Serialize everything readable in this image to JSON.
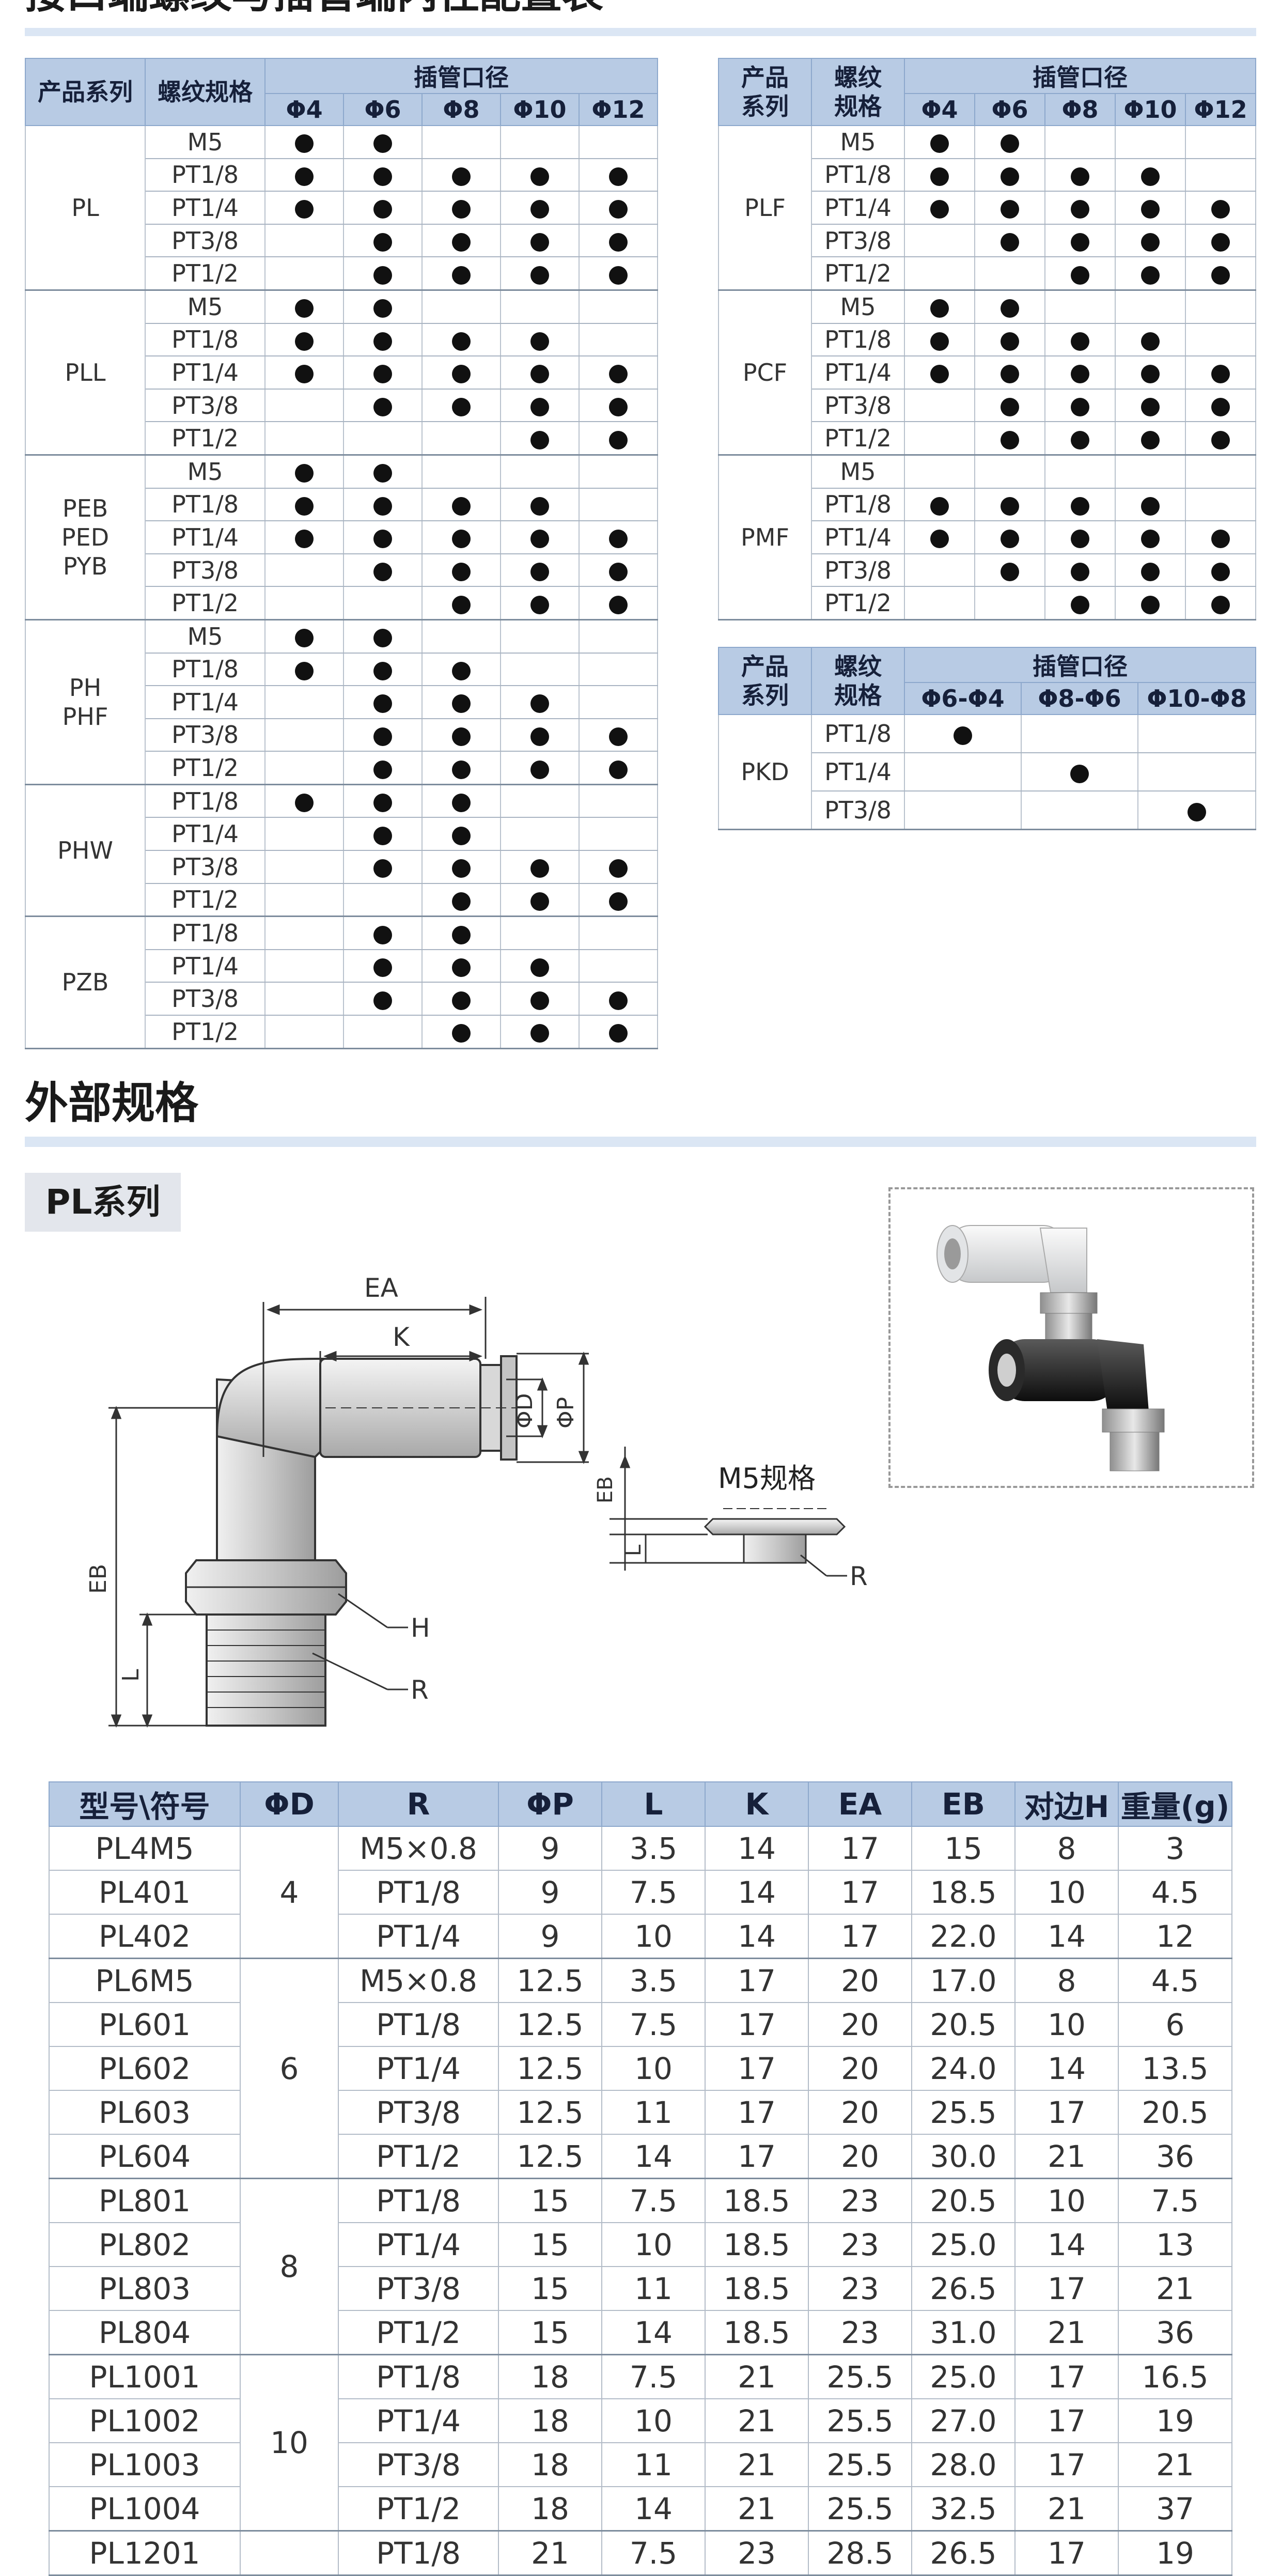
{
  "top_heading": "接口端螺纹与插管端内径配置表",
  "compat_left": {
    "header": {
      "series": "产品系列",
      "thread": "螺纹规格",
      "group": "插管口径",
      "sizes": [
        "Φ4",
        "Φ6",
        "Φ8",
        "Φ10",
        "Φ12"
      ]
    },
    "groups": [
      {
        "series": "PL",
        "rows": [
          {
            "thread": "M5",
            "dots": [
              1,
              1,
              0,
              0,
              0
            ]
          },
          {
            "thread": "PT1/8",
            "dots": [
              1,
              1,
              1,
              1,
              1
            ]
          },
          {
            "thread": "PT1/4",
            "dots": [
              1,
              1,
              1,
              1,
              1
            ]
          },
          {
            "thread": "PT3/8",
            "dots": [
              0,
              1,
              1,
              1,
              1
            ]
          },
          {
            "thread": "PT1/2",
            "dots": [
              0,
              1,
              1,
              1,
              1
            ]
          }
        ]
      },
      {
        "series": "PLL",
        "rows": [
          {
            "thread": "M5",
            "dots": [
              1,
              1,
              0,
              0,
              0
            ]
          },
          {
            "thread": "PT1/8",
            "dots": [
              1,
              1,
              1,
              1,
              0
            ]
          },
          {
            "thread": "PT1/4",
            "dots": [
              1,
              1,
              1,
              1,
              1
            ]
          },
          {
            "thread": "PT3/8",
            "dots": [
              0,
              1,
              1,
              1,
              1
            ]
          },
          {
            "thread": "PT1/2",
            "dots": [
              0,
              0,
              0,
              1,
              1
            ]
          }
        ]
      },
      {
        "series": "PEB\nPED\nPYB",
        "rows": [
          {
            "thread": "M5",
            "dots": [
              1,
              1,
              0,
              0,
              0
            ]
          },
          {
            "thread": "PT1/8",
            "dots": [
              1,
              1,
              1,
              1,
              0
            ]
          },
          {
            "thread": "PT1/4",
            "dots": [
              1,
              1,
              1,
              1,
              1
            ]
          },
          {
            "thread": "PT3/8",
            "dots": [
              0,
              1,
              1,
              1,
              1
            ]
          },
          {
            "thread": "PT1/2",
            "dots": [
              0,
              0,
              1,
              1,
              1
            ]
          }
        ]
      },
      {
        "series": "PH\nPHF",
        "rows": [
          {
            "thread": "M5",
            "dots": [
              1,
              1,
              0,
              0,
              0
            ]
          },
          {
            "thread": "PT1/8",
            "dots": [
              1,
              1,
              1,
              0,
              0
            ]
          },
          {
            "thread": "PT1/4",
            "dots": [
              0,
              1,
              1,
              1,
              0
            ]
          },
          {
            "thread": "PT3/8",
            "dots": [
              0,
              1,
              1,
              1,
              1
            ]
          },
          {
            "thread": "PT1/2",
            "dots": [
              0,
              1,
              1,
              1,
              1
            ]
          }
        ]
      },
      {
        "series": "PHW",
        "rows": [
          {
            "thread": "PT1/8",
            "dots": [
              1,
              1,
              1,
              0,
              0
            ]
          },
          {
            "thread": "PT1/4",
            "dots": [
              0,
              1,
              1,
              0,
              0
            ]
          },
          {
            "thread": "PT3/8",
            "dots": [
              0,
              1,
              1,
              1,
              1
            ]
          },
          {
            "thread": "PT1/2",
            "dots": [
              0,
              0,
              1,
              1,
              1
            ]
          }
        ]
      },
      {
        "series": "PZB",
        "rows": [
          {
            "thread": "PT1/8",
            "dots": [
              0,
              1,
              1,
              0,
              0
            ]
          },
          {
            "thread": "PT1/4",
            "dots": [
              0,
              1,
              1,
              1,
              0
            ]
          },
          {
            "thread": "PT3/8",
            "dots": [
              0,
              1,
              1,
              1,
              1
            ]
          },
          {
            "thread": "PT1/2",
            "dots": [
              0,
              0,
              1,
              1,
              1
            ]
          }
        ]
      }
    ]
  },
  "compat_right": {
    "header": {
      "series": "产品\n系列",
      "thread": "螺纹\n规格",
      "group": "插管口径",
      "sizes": [
        "Φ4",
        "Φ6",
        "Φ8",
        "Φ10",
        "Φ12"
      ]
    },
    "groups": [
      {
        "series": "PLF",
        "rows": [
          {
            "thread": "M5",
            "dots": [
              1,
              1,
              0,
              0,
              0
            ]
          },
          {
            "thread": "PT1/8",
            "dots": [
              1,
              1,
              1,
              1,
              0
            ]
          },
          {
            "thread": "PT1/4",
            "dots": [
              1,
              1,
              1,
              1,
              1
            ]
          },
          {
            "thread": "PT3/8",
            "dots": [
              0,
              1,
              1,
              1,
              1
            ]
          },
          {
            "thread": "PT1/2",
            "dots": [
              0,
              0,
              1,
              1,
              1
            ]
          }
        ]
      },
      {
        "series": "PCF",
        "rows": [
          {
            "thread": "M5",
            "dots": [
              1,
              1,
              0,
              0,
              0
            ]
          },
          {
            "thread": "PT1/8",
            "dots": [
              1,
              1,
              1,
              1,
              0
            ]
          },
          {
            "thread": "PT1/4",
            "dots": [
              1,
              1,
              1,
              1,
              1
            ]
          },
          {
            "thread": "PT3/8",
            "dots": [
              0,
              1,
              1,
              1,
              1
            ]
          },
          {
            "thread": "PT1/2",
            "dots": [
              0,
              1,
              1,
              1,
              1
            ]
          }
        ]
      },
      {
        "series": "PMF",
        "rows": [
          {
            "thread": "M5",
            "dots": [
              0,
              0,
              0,
              0,
              0
            ]
          },
          {
            "thread": "PT1/8",
            "dots": [
              1,
              1,
              1,
              1,
              0
            ]
          },
          {
            "thread": "PT1/4",
            "dots": [
              1,
              1,
              1,
              1,
              1
            ]
          },
          {
            "thread": "PT3/8",
            "dots": [
              0,
              1,
              1,
              1,
              1
            ]
          },
          {
            "thread": "PT1/2",
            "dots": [
              0,
              0,
              1,
              1,
              1
            ]
          }
        ]
      }
    ]
  },
  "compat_pkd": {
    "header": {
      "series": "产品\n系列",
      "thread": "螺纹\n规格",
      "group": "插管口径",
      "sizes": [
        "Φ6-Φ4",
        "Φ8-Φ6",
        "Φ10-Φ8"
      ]
    },
    "series": "PKD",
    "rows": [
      {
        "thread": "PT1/8",
        "dots": [
          1,
          0,
          0
        ]
      },
      {
        "thread": "PT1/4",
        "dots": [
          0,
          1,
          0
        ]
      },
      {
        "thread": "PT3/8",
        "dots": [
          0,
          0,
          1
        ]
      }
    ]
  },
  "section_title": "外部规格",
  "series_tag": "PL系列",
  "drawing_labels": {
    "ea": "EA",
    "k": "K",
    "phid": "ΦD",
    "phip": "ΦP",
    "eb": "EB",
    "l": "L",
    "h": "H",
    "r": "R",
    "m5": "M5规格",
    "eb2": "EB",
    "l2": "L",
    "r2": "R"
  },
  "dims": {
    "header": [
      "型号\\符号",
      "ΦD",
      "R",
      "ΦP",
      "L",
      "K",
      "EA",
      "EB",
      "对边H",
      "重量(g)"
    ],
    "groups": [
      {
        "d": "4",
        "rows": [
          [
            "PL4M5",
            "M5×0.8",
            "9",
            "3.5",
            "14",
            "17",
            "15",
            "8",
            "3"
          ],
          [
            "PL401",
            "PT1/8",
            "9",
            "7.5",
            "14",
            "17",
            "18.5",
            "10",
            "4.5"
          ],
          [
            "PL402",
            "PT1/4",
            "9",
            "10",
            "14",
            "17",
            "22.0",
            "14",
            "12"
          ]
        ]
      },
      {
        "d": "6",
        "rows": [
          [
            "PL6M5",
            "M5×0.8",
            "12.5",
            "3.5",
            "17",
            "20",
            "17.0",
            "8",
            "4.5"
          ],
          [
            "PL601",
            "PT1/8",
            "12.5",
            "7.5",
            "17",
            "20",
            "20.5",
            "10",
            "6"
          ],
          [
            "PL602",
            "PT1/4",
            "12.5",
            "10",
            "17",
            "20",
            "24.0",
            "14",
            "13.5"
          ],
          [
            "PL603",
            "PT3/8",
            "12.5",
            "11",
            "17",
            "20",
            "25.5",
            "17",
            "20.5"
          ],
          [
            "PL604",
            "PT1/2",
            "12.5",
            "14",
            "17",
            "20",
            "30.0",
            "21",
            "36"
          ]
        ]
      },
      {
        "d": "8",
        "rows": [
          [
            "PL801",
            "PT1/8",
            "15",
            "7.5",
            "18.5",
            "23",
            "20.5",
            "10",
            "7.5"
          ],
          [
            "PL802",
            "PT1/4",
            "15",
            "10",
            "18.5",
            "23",
            "25.0",
            "14",
            "13"
          ],
          [
            "PL803",
            "PT3/8",
            "15",
            "11",
            "18.5",
            "23",
            "26.5",
            "17",
            "21"
          ],
          [
            "PL804",
            "PT1/2",
            "15",
            "14",
            "18.5",
            "23",
            "31.0",
            "21",
            "36"
          ]
        ]
      },
      {
        "d": "10",
        "rows": [
          [
            "PL1001",
            "PT1/8",
            "18",
            "7.5",
            "21",
            "25.5",
            "25.0",
            "17",
            "16.5"
          ],
          [
            "PL1002",
            "PT1/4",
            "18",
            "10",
            "21",
            "25.5",
            "27.0",
            "17",
            "19"
          ],
          [
            "PL1003",
            "PT3/8",
            "18",
            "11",
            "21",
            "25.5",
            "28.0",
            "17",
            "21"
          ],
          [
            "PL1004",
            "PT1/2",
            "18",
            "14",
            "21",
            "25.5",
            "32.5",
            "21",
            "37"
          ]
        ]
      },
      {
        "d": "",
        "rows": [
          [
            "PL1201",
            "PT1/8",
            "21",
            "7.5",
            "23",
            "28.5",
            "26.5",
            "17",
            "19"
          ]
        ]
      }
    ]
  }
}
